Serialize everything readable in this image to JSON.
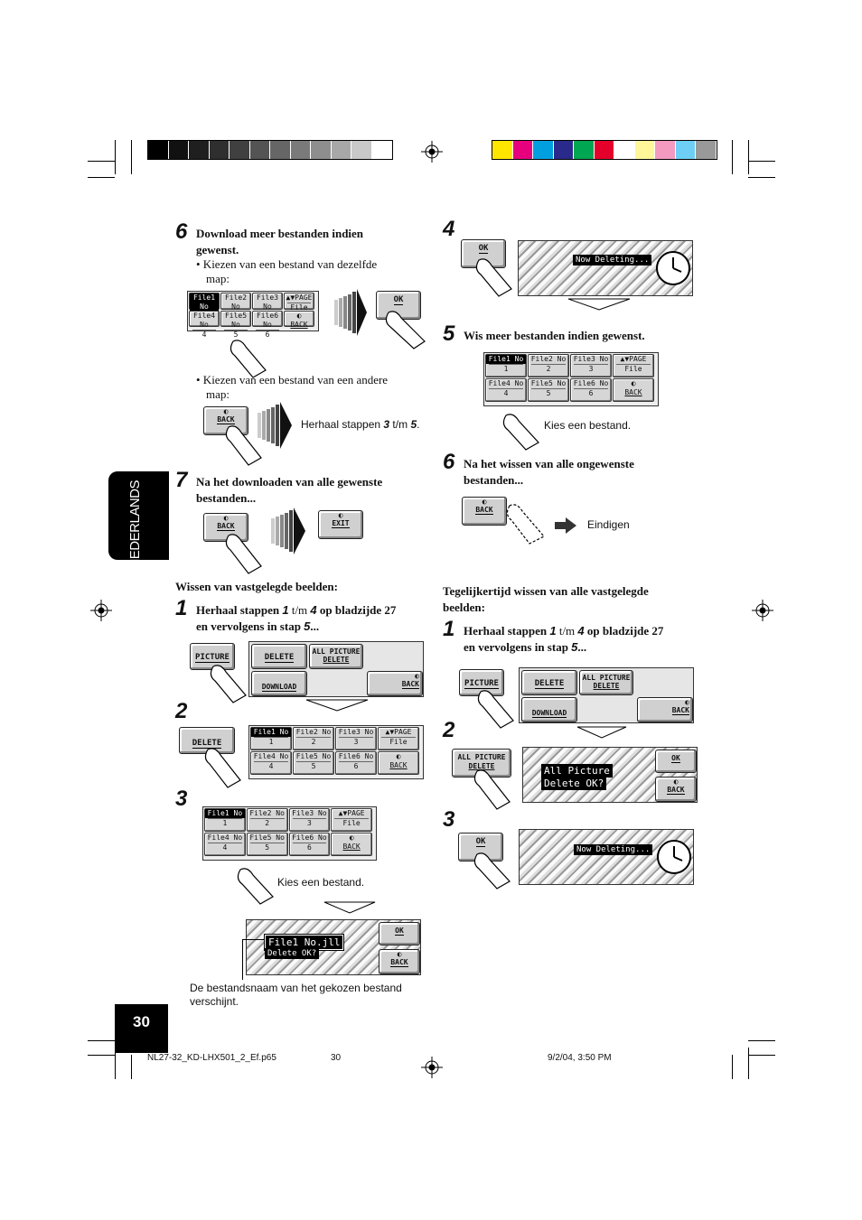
{
  "color_bars": {
    "left": [
      "#000000",
      "#111111",
      "#1f1f1f",
      "#2f2f2f",
      "#404040",
      "#545454",
      "#666666",
      "#7a7a7a",
      "#8e8e8e",
      "#a8a8a8",
      "#c8c8c8",
      "#ffffff"
    ],
    "right": [
      "#ffe600",
      "#e6007e",
      "#00a0e0",
      "#2a2a8c",
      "#00a651",
      "#e4002b",
      "#ffffff",
      "#fff799",
      "#f49ac1",
      "#6dcff6",
      "#999999"
    ]
  },
  "side_tab": "NEDERLANDS",
  "page_number": "30",
  "footer": {
    "file": "NL27-32_KD-LHX501_2_Ef.p65",
    "page": "30",
    "date": "9/2/04, 3:50 PM"
  },
  "left": {
    "step6": {
      "num": "6",
      "text_line1": "Download meer bestanden indien",
      "text_line2": "gewenst."
    },
    "bullet1_line1": "• Kiezen van een bestand van dezelfde",
    "bullet1_line2": "map:",
    "bullet2_line1": "• Kiezen van een bestand van een andere",
    "bullet2_line2": "map:",
    "repeat_prefix": "Herhaal stappen ",
    "repeat_a": "3",
    "repeat_mid": " t/m ",
    "repeat_b": "5",
    "repeat_suffix": ".",
    "step7": {
      "num": "7",
      "text_line1": "Na het downloaden van alle gewenste",
      "text_line2": "bestanden..."
    },
    "section_title": "Wissen van vastgelegde beelden:",
    "step1": {
      "num": "1",
      "line1_a": "Herhaal stappen ",
      "line1_b": "1",
      "line1_c": " t/m ",
      "line1_d": "4",
      "line1_e": " op bladzijde 27",
      "line2_a": "en vervolgens in stap ",
      "line2_b": "5",
      "line2_c": "..."
    },
    "step2_num": "2",
    "step3_num": "3",
    "kies": "Kies een bestand.",
    "caption_line1": "De bestandsnaam van het gekozen bestand",
    "caption_line2": "verschijnt."
  },
  "right": {
    "step4_num": "4",
    "step5": {
      "num": "5",
      "text": "Wis meer bestanden indien gewenst."
    },
    "kies": "Kies een bestand.",
    "step6": {
      "num": "6",
      "text_line1": "Na het wissen van alle ongewenste",
      "text_line2": "bestanden..."
    },
    "eindigen": "Eindigen",
    "section_title_line1": "Tegelijkertijd wissen van alle vastgelegde",
    "section_title_line2": "beelden:",
    "step1": {
      "num": "1",
      "line1_a": "Herhaal stappen ",
      "line1_b": "1",
      "line1_c": " t/m ",
      "line1_d": "4",
      "line1_e": " op bladzijde 27",
      "line2_a": "en vervolgens in stap ",
      "line2_b": "5",
      "line2_c": "..."
    },
    "step2_num": "2",
    "step3_num": "3"
  },
  "ui": {
    "ok": "OK",
    "back": "BACK",
    "exit": "EXIT",
    "picture": "PICTURE",
    "delete": "DELETE",
    "download": "DOWNLOAD",
    "all_picture": "ALL PICTURE",
    "page": "PAGE",
    "file": "File",
    "now_deleting": "Now Deleting...",
    "file1_name": "File1 No.jll",
    "delete_ok": "Delete OK?",
    "all_picture_msg": "All Picture",
    "files": [
      {
        "name": "File1 No",
        "num": "1"
      },
      {
        "name": "File2 No",
        "num": "2"
      },
      {
        "name": "File3 No",
        "num": "3"
      },
      {
        "name": "File4 No",
        "num": "4"
      },
      {
        "name": "File5 No",
        "num": "5"
      },
      {
        "name": "File6 No",
        "num": "6"
      }
    ]
  }
}
